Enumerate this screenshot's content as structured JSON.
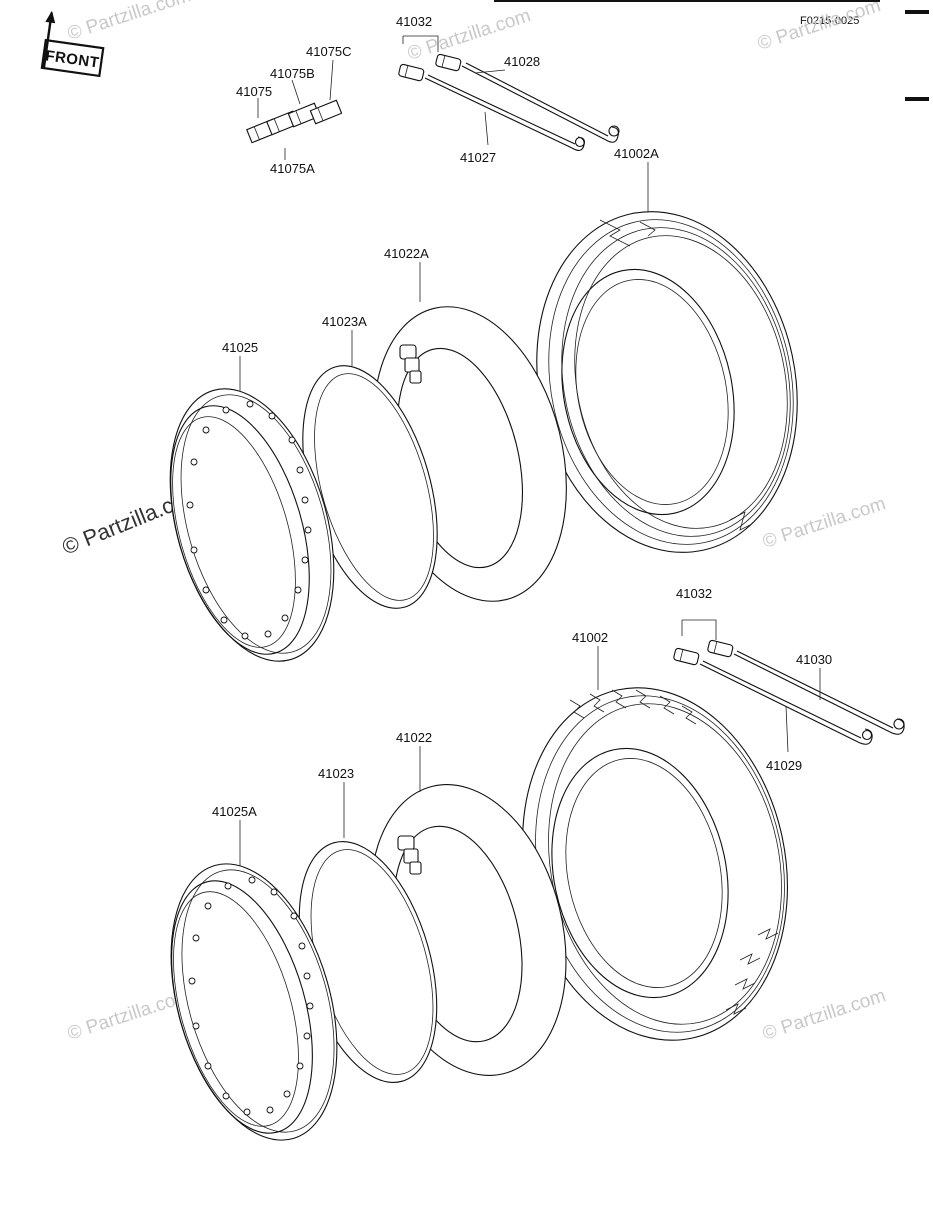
{
  "header": {
    "front_badge": "FRONT",
    "ref_code": "F0215-0025"
  },
  "watermark": {
    "text": "© Partzilla.com"
  },
  "parts": {
    "p41032_top": "41032",
    "p41028": "41028",
    "p41027": "41027",
    "p41075C": "41075C",
    "p41075B": "41075B",
    "p41075": "41075",
    "p41075A": "41075A",
    "p41002A": "41002A",
    "p41022A": "41022A",
    "p41023A": "41023A",
    "p41025": "41025",
    "p41032_bottom": "41032",
    "p41030": "41030",
    "p41029": "41029",
    "p41002": "41002",
    "p41022": "41022",
    "p41023": "41023",
    "p41025A": "41025A"
  }
}
